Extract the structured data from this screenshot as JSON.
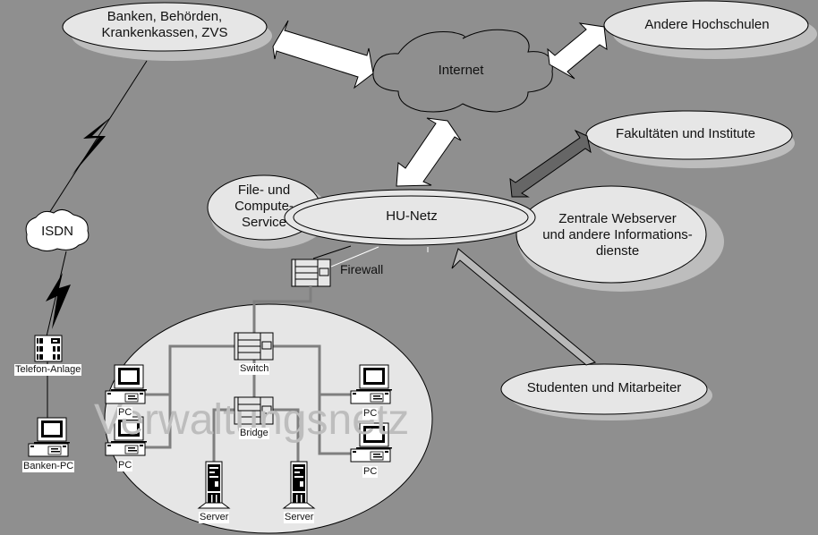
{
  "diagram": {
    "background": "#8f8f8f",
    "colors": {
      "ellipse_fill": "#e6e6e6",
      "shadow": "#bdbdbd",
      "arrow_white": "#ffffff",
      "arrow_dark": "#666666",
      "arrow_light": "#b8b8b8",
      "wire": "#7f7f7f"
    },
    "nodes": {
      "banken": {
        "line1": "Banken, Behörden,",
        "line2": "Krankenkassen, ZVS"
      },
      "internet": "Internet",
      "hochschulen": "Andere Hochschulen",
      "fakultaeten": "Fakultäten und Institute",
      "file_service": {
        "line1": "File- und",
        "line2": "Compute-",
        "line3": "Service"
      },
      "hu_netz": "HU-Netz",
      "webserver": {
        "line1": "Zentrale Webserver",
        "line2": "und andere Informations-",
        "line3": "dienste"
      },
      "studenten": "Studenten und Mitarbeiter",
      "isdn": "ISDN",
      "firewall": "Firewall",
      "telefon_anlage": "Telefon-Anlage",
      "banken_pc": "Banken-PC",
      "verwaltungsnetz": "Verwaltungsnetz",
      "switch": "Switch",
      "bridge": "Bridge",
      "pc": "PC",
      "server": "Server"
    },
    "devices": {
      "left_pcs": [
        "PC",
        "PC"
      ],
      "right_pcs": [
        "PC",
        "PC"
      ],
      "servers": [
        "Server",
        "Server"
      ]
    }
  }
}
